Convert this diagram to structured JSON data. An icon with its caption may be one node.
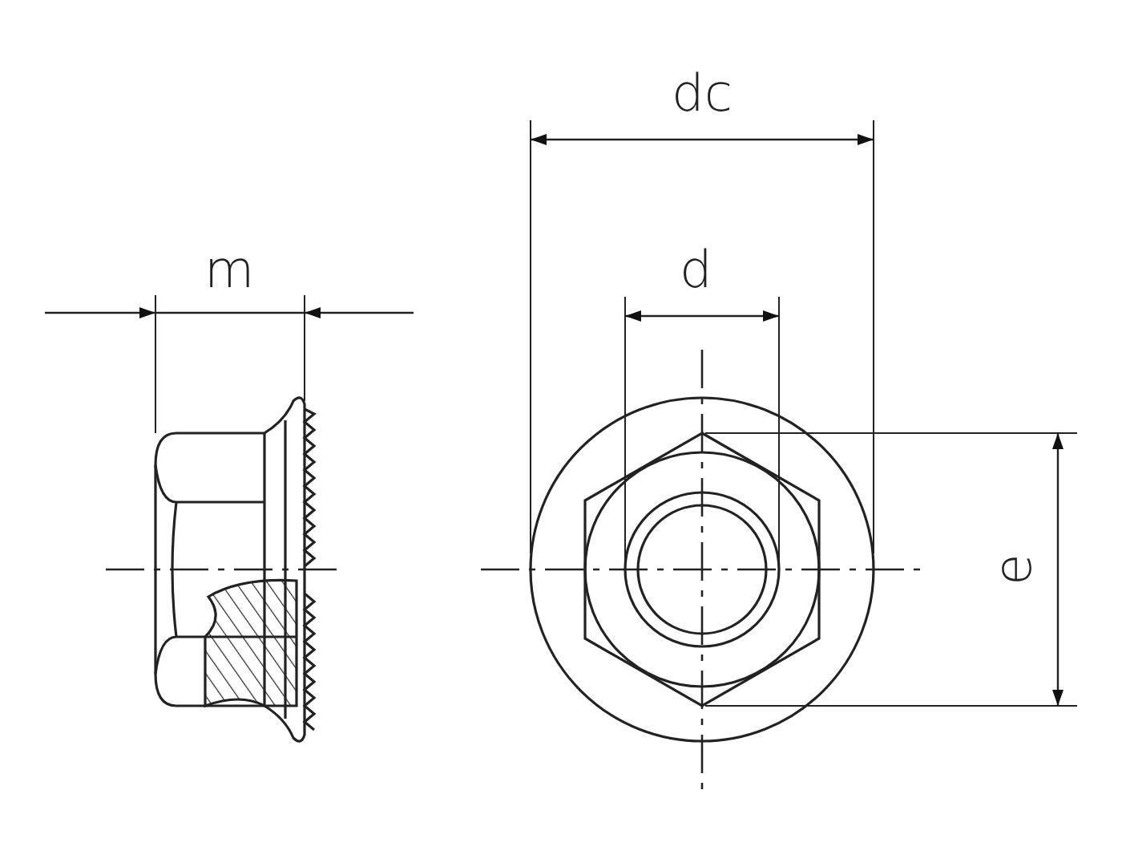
{
  "diagram": {
    "labels": [
      "dc",
      "m",
      "d",
      "e"
    ]
  }
}
